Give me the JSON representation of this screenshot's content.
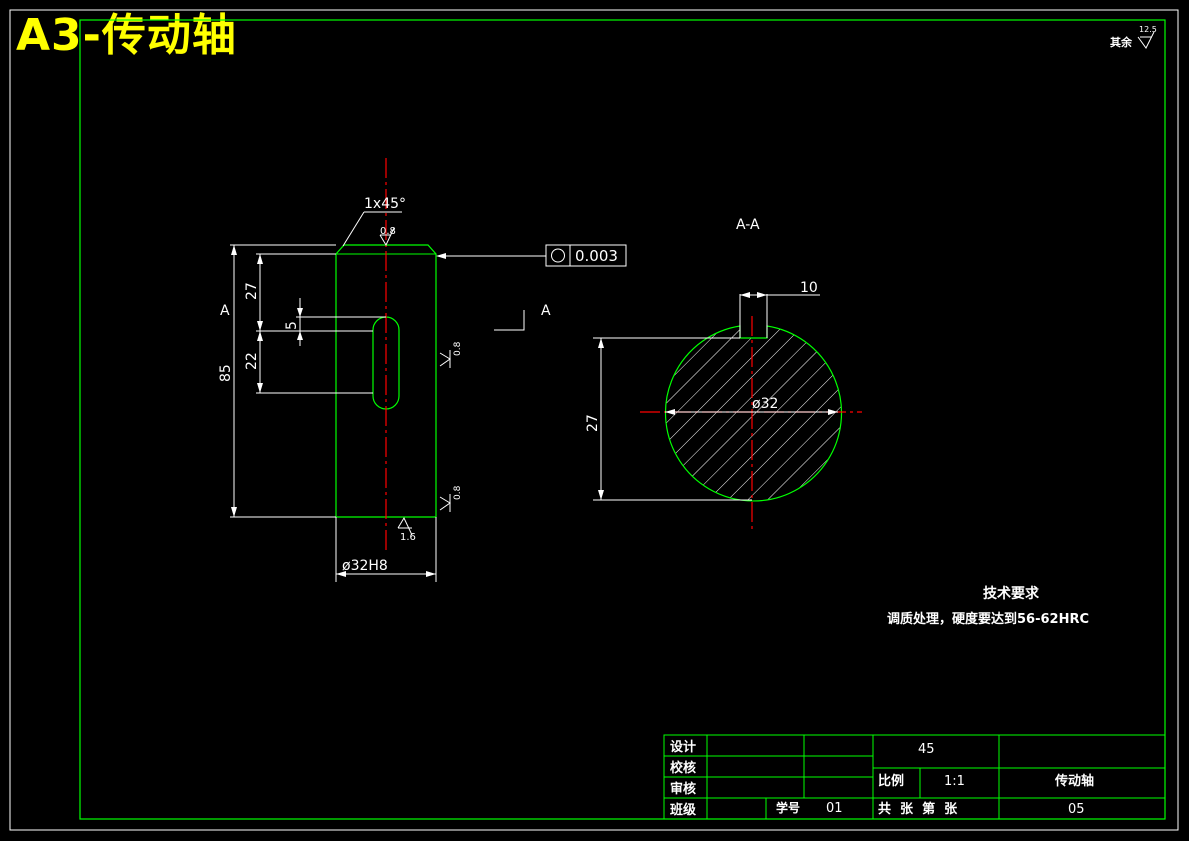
{
  "title": "A3-传动轴",
  "roughness_note": {
    "label": "其余",
    "value": "12.5"
  },
  "front_view": {
    "chamfer": "1x45°",
    "top_roughness": "0.8",
    "runout": {
      "symbol": "circle",
      "value": "0.003"
    },
    "dims": {
      "total_length": "85",
      "key_offset": "27",
      "key_width": "5",
      "key_length": "22",
      "diameter": "ø32H8"
    },
    "side_roughness_1": "0.8",
    "side_roughness_2": "0.8",
    "bottom_roughness": "1.6",
    "section_mark_left": "A",
    "section_mark_right": "A"
  },
  "section_view": {
    "label": "A-A",
    "key_width": "10",
    "height": "27",
    "diameter": "ø32"
  },
  "tech_requirements": {
    "heading": "技术要求",
    "line": "调质处理，硬度要达到56-62HRC"
  },
  "title_block": {
    "design": "设计",
    "check": "校核",
    "review": "审核",
    "class": "班级",
    "student_no": "学号",
    "student_no_value": "01",
    "material": "45",
    "scale_label": "比例",
    "scale_value": "1:1",
    "part_name": "传动轴",
    "sheets": "共  张  第  张",
    "drawing_no": "05"
  },
  "colors": {
    "border": "#00ff00",
    "centerline": "#ff0000",
    "text": "#ffffff",
    "title": "#ffff00"
  }
}
